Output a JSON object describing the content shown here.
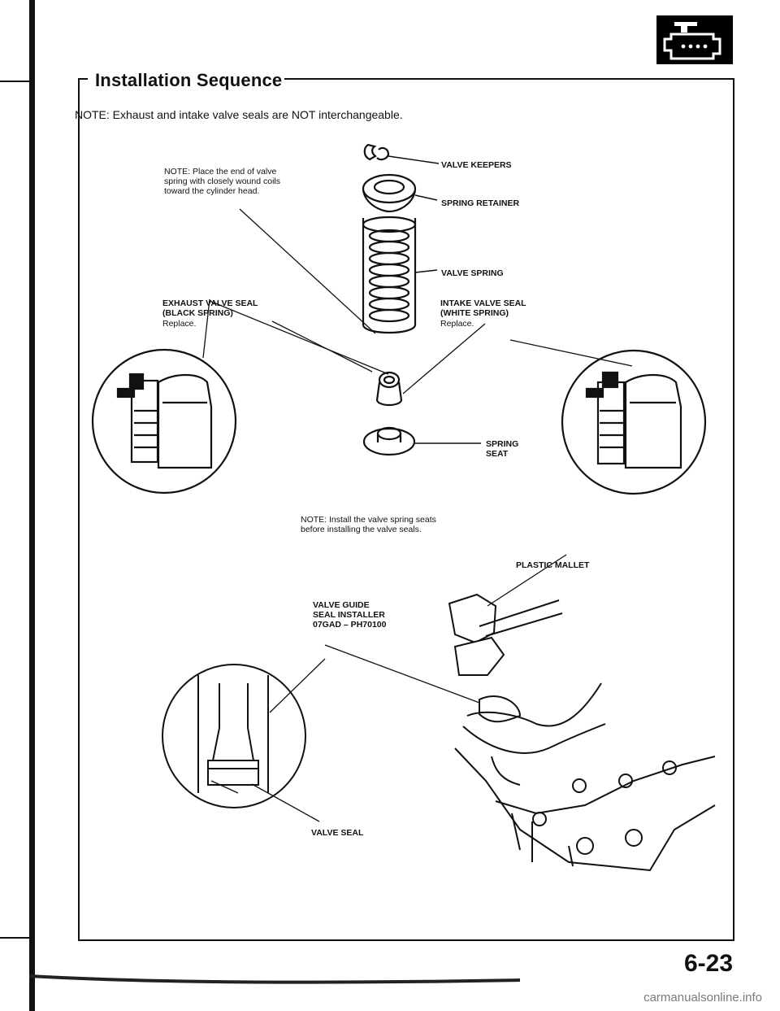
{
  "page": {
    "section_title": "Installation Sequence",
    "main_note": "NOTE:  Exhaust and intake valve seals are NOT interchangeable.",
    "page_number": "6-23",
    "watermark": "carmanualsonline.info"
  },
  "top_diagram": {
    "spring_note": [
      "NOTE:  Place the end of valve",
      "spring with closely wound coils",
      "toward the cylinder head."
    ],
    "valve_keepers": "VALVE KEEPERS",
    "spring_retainer": "SPRING RETAINER",
    "valve_spring": "VALVE SPRING",
    "exhaust_seal": [
      "EXHAUST VALVE SEAL",
      "(BLACK SPRING)"
    ],
    "exhaust_replace": "Replace.",
    "intake_seal": [
      "INTAKE VALVE SEAL",
      "(WHITE SPRING)"
    ],
    "intake_replace": "Replace.",
    "spring_seat": [
      "SPRING",
      "SEAT"
    ],
    "seat_note": [
      "NOTE:  Install the valve spring seats",
      "before installing the valve seals."
    ]
  },
  "bottom_diagram": {
    "plastic_mallet": "PLASTIC MALLET",
    "installer": [
      "VALVE GUIDE",
      "SEAL INSTALLER",
      "07GAD – PH70100"
    ],
    "valve_seal": "VALVE SEAL"
  }
}
